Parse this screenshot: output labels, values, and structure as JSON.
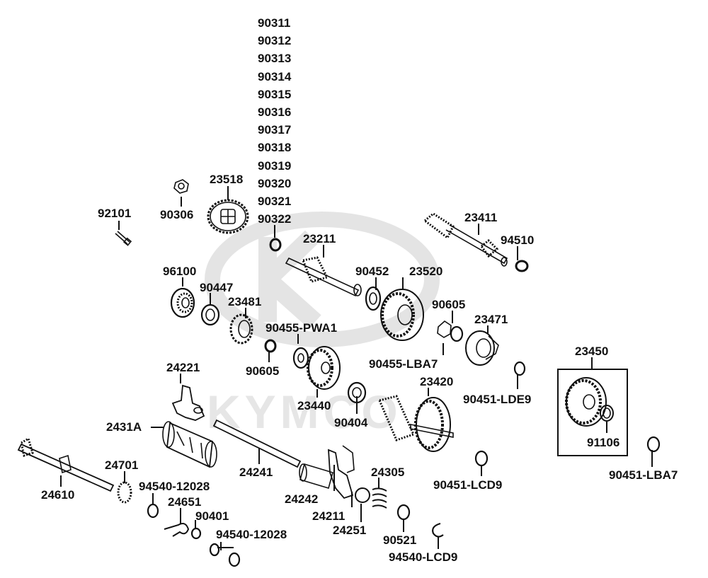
{
  "watermark": {
    "text": "KYMCO",
    "color": "#e6e6e6"
  },
  "bolt_stack": [
    "90311",
    "90312",
    "90313",
    "90314",
    "90315",
    "90316",
    "90317",
    "90318",
    "90319",
    "90320",
    "90321",
    "90322"
  ],
  "labels": {
    "p92101": "92101",
    "p90306": "90306",
    "p23518": "23518",
    "p23411": "23411",
    "p94510": "94510",
    "p23211": "23211",
    "p96100": "96100",
    "p90452": "90452",
    "p23520": "23520",
    "p90447": "90447",
    "p23481": "23481",
    "p90605a": "90605",
    "p23471": "23471",
    "p90455pwa1": "90455-PWA1",
    "p90455lba7": "90455-LBA7",
    "p90605b": "90605",
    "p23450": "23450",
    "p24221": "24221",
    "p23420": "23420",
    "p90451lde9": "90451-LDE9",
    "p23440": "23440",
    "p2431a": "2431A",
    "p90404": "90404",
    "p91106": "91106",
    "p24241": "24241",
    "p24701": "24701",
    "p90451lcd9": "90451-LCD9",
    "p90451lba7": "90451-LBA7",
    "p24305": "24305",
    "p94540_12028a": "94540-12028",
    "p24610": "24610",
    "p24242": "24242",
    "p24651": "24651",
    "p24211": "24211",
    "p90401": "90401",
    "p90521": "90521",
    "p24251": "24251",
    "p94540_12028b": "94540-12028",
    "p94540lcd9": "94540-LCD9"
  }
}
